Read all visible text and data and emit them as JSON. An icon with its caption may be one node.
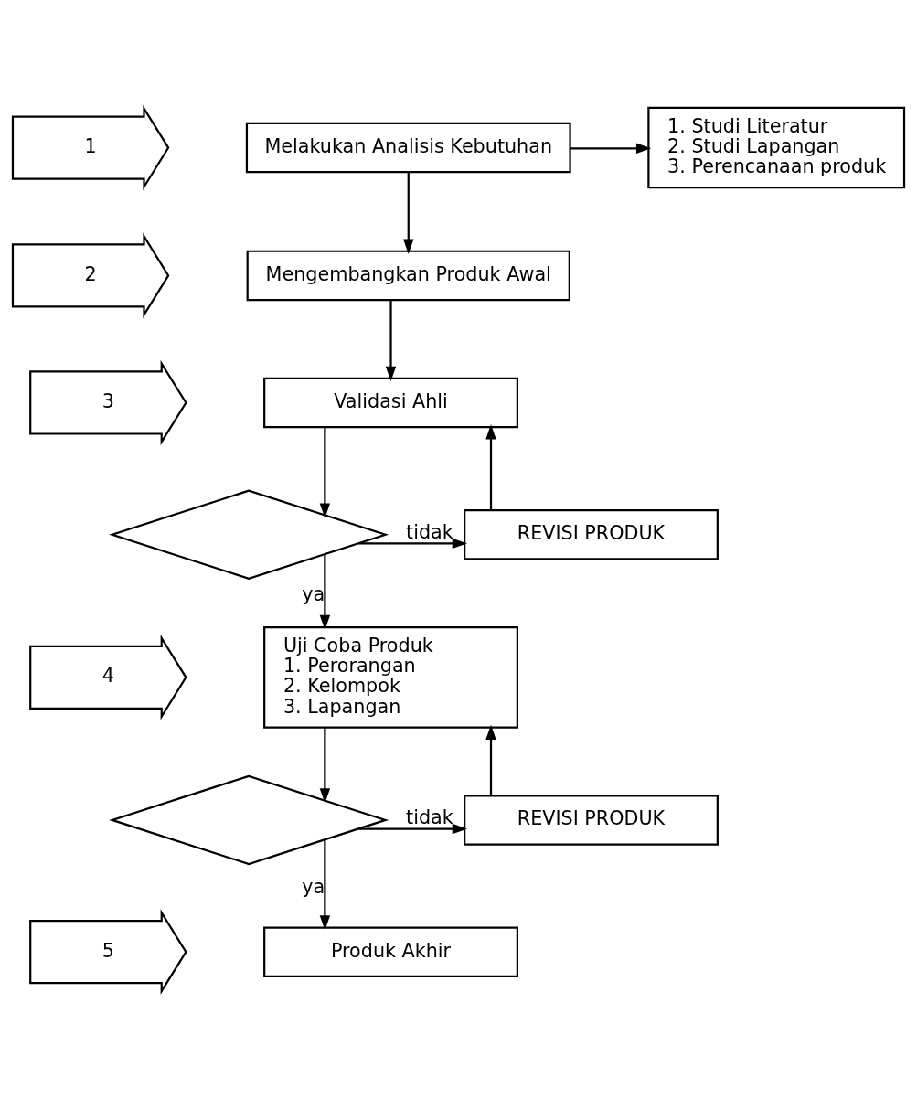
{
  "diagram": {
    "nodes": [
      {
        "text": [
          "1"
        ]
      },
      {
        "text": [
          "Melakukan Analisis Kebutuhan"
        ]
      },
      {
        "text": [
          "1. Studi Literatur",
          "2. Studi Lapangan",
          "3. Perencanaan produk"
        ]
      },
      {
        "text": [
          "2"
        ]
      },
      {
        "text": [
          "Mengembangkan Produk Awal"
        ]
      },
      {
        "text": [
          "3"
        ]
      },
      {
        "text": [
          "Validasi Ahli"
        ]
      },
      {
        "text": [],
        "shape": "diamond"
      },
      {
        "text": [
          "REVISI PRODUK"
        ]
      },
      {
        "text": [
          "4"
        ]
      },
      {
        "text": [
          "Uji Coba Produk",
          "1. Perorangan",
          "2. Kelompok",
          "3. Lapangan"
        ]
      },
      {
        "text": [],
        "shape": "diamond"
      },
      {
        "text": [
          "REVISI PRODUK"
        ]
      },
      {
        "text": [
          "5"
        ]
      },
      {
        "text": [
          "Produk Akhir"
        ]
      }
    ],
    "edges": [
      {
        "from": 1,
        "to": 2,
        "arrow": "to"
      },
      {
        "from": 1,
        "to": 4,
        "arrow": "to"
      },
      {
        "from": 4,
        "to": 6,
        "arrow": "to"
      },
      {
        "from": 6,
        "to": 7,
        "arrow": "to"
      },
      {
        "from": 7,
        "to": 8,
        "arrow": "to",
        "label": "tidak"
      },
      {
        "from": 8,
        "to": 6,
        "arrow": "to"
      },
      {
        "from": 7,
        "to": 10,
        "arrow": "to",
        "label": "ya"
      },
      {
        "from": 10,
        "to": 11,
        "arrow": "to"
      },
      {
        "from": 11,
        "to": 12,
        "arrow": "to",
        "label": "tidak"
      },
      {
        "from": 12,
        "to": 10,
        "arrow": "to"
      },
      {
        "from": 11,
        "to": 14,
        "arrow": "to",
        "label": "ya"
      }
    ]
  }
}
